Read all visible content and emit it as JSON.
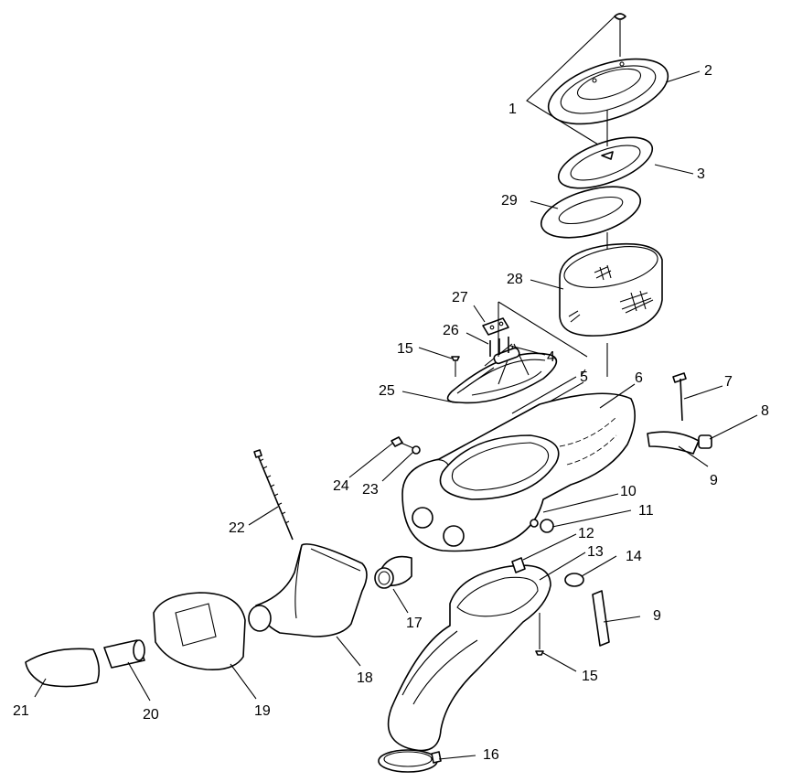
{
  "callouts": [
    {
      "id": "c1",
      "label": "1"
    },
    {
      "id": "c2",
      "label": "2"
    },
    {
      "id": "c3",
      "label": "3"
    },
    {
      "id": "c4",
      "label": "4"
    },
    {
      "id": "c5",
      "label": "5"
    },
    {
      "id": "c6",
      "label": "6"
    },
    {
      "id": "c7",
      "label": "7"
    },
    {
      "id": "c8",
      "label": "8"
    },
    {
      "id": "c9a",
      "label": "9"
    },
    {
      "id": "c9b",
      "label": "9"
    },
    {
      "id": "c10",
      "label": "10"
    },
    {
      "id": "c11",
      "label": "11"
    },
    {
      "id": "c12",
      "label": "12"
    },
    {
      "id": "c13",
      "label": "13"
    },
    {
      "id": "c14",
      "label": "14"
    },
    {
      "id": "c15a",
      "label": "15"
    },
    {
      "id": "c15b",
      "label": "15"
    },
    {
      "id": "c16",
      "label": "16"
    },
    {
      "id": "c17",
      "label": "17"
    },
    {
      "id": "c18",
      "label": "18"
    },
    {
      "id": "c19",
      "label": "19"
    },
    {
      "id": "c20",
      "label": "20"
    },
    {
      "id": "c21",
      "label": "21"
    },
    {
      "id": "c22",
      "label": "22"
    },
    {
      "id": "c23",
      "label": "23"
    },
    {
      "id": "c24",
      "label": "24"
    },
    {
      "id": "c25",
      "label": "25"
    },
    {
      "id": "c26",
      "label": "26"
    },
    {
      "id": "c27",
      "label": "27"
    },
    {
      "id": "c28",
      "label": "28"
    },
    {
      "id": "c29",
      "label": "29"
    }
  ]
}
